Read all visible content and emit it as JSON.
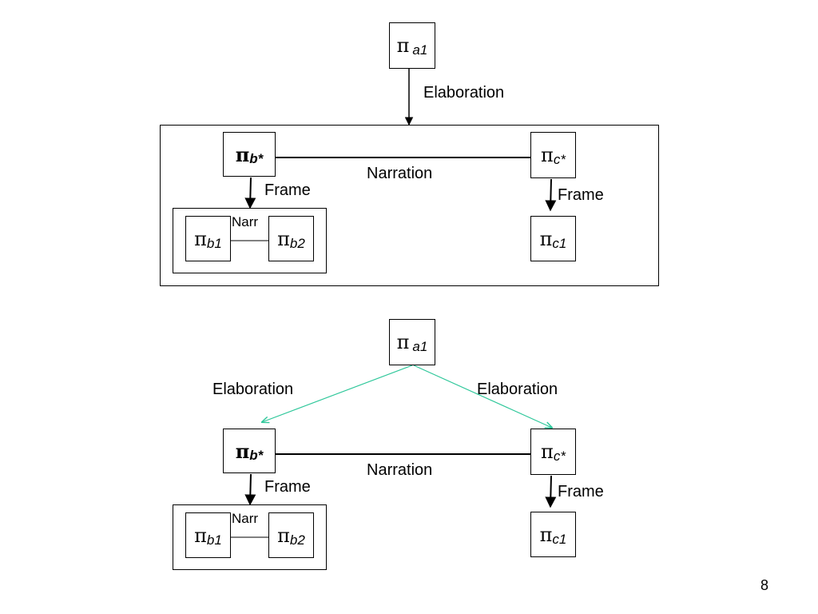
{
  "top": {
    "node_a1": {
      "symbol": "π",
      "sub": "a1"
    },
    "node_bstar": {
      "symbol": "π",
      "sub": "b*"
    },
    "node_cstar": {
      "symbol": "π",
      "sub": "c*"
    },
    "node_b1": {
      "symbol": "π",
      "sub": "b1"
    },
    "node_b2": {
      "symbol": "π",
      "sub": "b2"
    },
    "node_c1": {
      "symbol": "π",
      "sub": "c1"
    },
    "elaboration_label": "Elaboration",
    "narration_label": "Narration",
    "frame_b_label": "Frame",
    "frame_c_label": "Frame",
    "narr_label": "Narr"
  },
  "bottom": {
    "node_a1": {
      "symbol": "π",
      "sub": "a1"
    },
    "node_bstar": {
      "symbol": "π",
      "sub": "b*"
    },
    "node_cstar": {
      "symbol": "π",
      "sub": "c*"
    },
    "node_b1": {
      "symbol": "π",
      "sub": "b1"
    },
    "node_b2": {
      "symbol": "π",
      "sub": "b2"
    },
    "node_c1": {
      "symbol": "π",
      "sub": "c1"
    },
    "elaboration_left_label": "Elaboration",
    "elaboration_right_label": "Elaboration",
    "narration_label": "Narration",
    "frame_b_label": "Frame",
    "frame_c_label": "Frame",
    "narr_label": "Narr"
  },
  "colors": {
    "elaboration_edge_bottom": "#2ec79a"
  },
  "page_number": "8"
}
